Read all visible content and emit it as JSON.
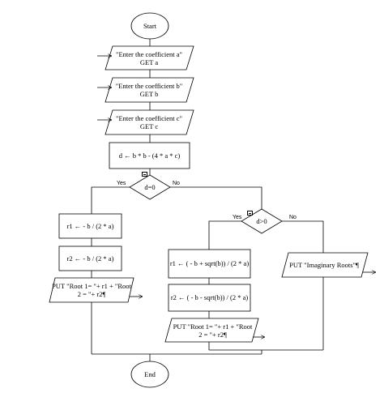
{
  "nodes": {
    "start": "Start",
    "in_a_1": "\"Enter the coefficient a\"",
    "in_a_2": "GET a",
    "in_b_1": "\"Enter the coefficient b\"",
    "in_b_2": "GET b",
    "in_c_1": "\"Enter the coefficient c\"",
    "in_c_2": "GET c",
    "calc_d": "d ← b * b - (4 * a * c)",
    "cond1": "d=0",
    "cond2": "d>0",
    "r1_eq": "r1 ← - b / (2 * a)",
    "r2_eq": "r2 ← - b / (2 * a)",
    "put_eq_1": "PUT \"Root 1= \"+ r1 + \"Root",
    "put_eq_2": "2 = \"+ r2¶",
    "r1_gt": "r1 ← ( - b + sqrt(b)) / (2 * a)",
    "r2_gt": "r2 ← ( - b - sqrt(b)) / (2 * a)",
    "put_gt_1": "PUT \"Root 1= \"+ r1 + \"Root",
    "put_gt_2": "2 = \"+ r2¶",
    "put_img": "PUT \"Imaginary Roots\"¶",
    "end": "End"
  },
  "edges": {
    "yes1": "Yes",
    "no1": "No",
    "yes2": "Yes",
    "no2": "No"
  },
  "icons": [
    "collapse-icon",
    "collapse-icon"
  ]
}
